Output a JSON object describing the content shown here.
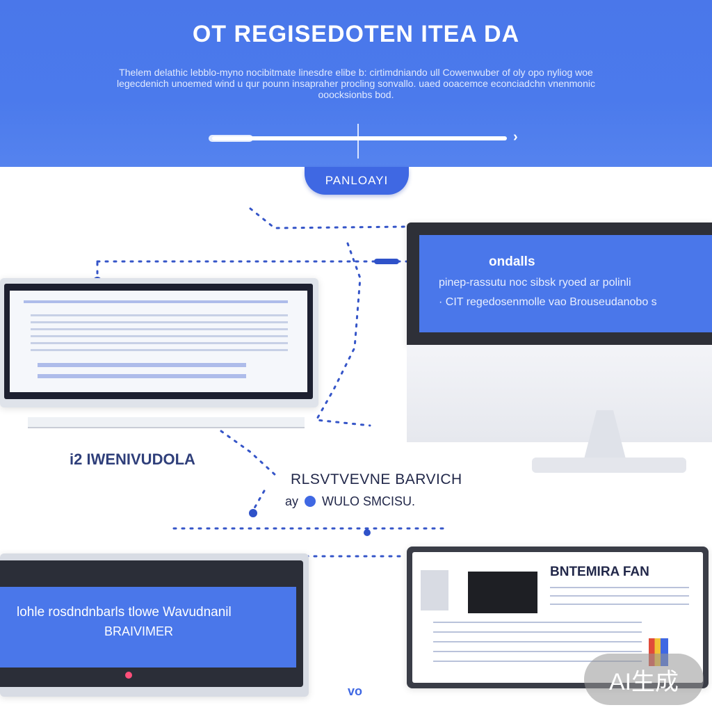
{
  "hero": {
    "title": "OT REGISEDOTEN ITEA   DA",
    "subtitle": "Thelem delathic lebblo-myno nocibitmate linesdre elibe b: cirtimdniando ull Cowenwuber of oly opo nyliog woe legecdenich unoemed wind u qur pounn insapraher procling sonvallo. uaed ooacemce econciadchn vnenmonic ooocksionbs bod."
  },
  "pill_label": "PANLOAYI",
  "left_monitor": {
    "caption": "i2 IWENIVUDOLA"
  },
  "right_monitor": {
    "heading": "ondalls",
    "line1": "pinep-rassutu noc sibsk ryoed ar polinli",
    "line2": "· CIT regedosenmolle vao Brouseudanobo s"
  },
  "middle": {
    "label": "RLSVTVEVNE BARVICH",
    "sub_before": "ay",
    "sub_after": "WULO SMCISU."
  },
  "bottom_left": {
    "title": "lohle rosdndnbarls tlowe Wavudnanil",
    "subtitle": "BRAIVIMER"
  },
  "bottom_right": {
    "title": "BNTEMIRA  FAN"
  },
  "footer_mark": "vo",
  "watermark": "AI生成",
  "colors": {
    "brand": "#4a77ea",
    "accent": "#3f68e3",
    "dark": "#22284a"
  }
}
